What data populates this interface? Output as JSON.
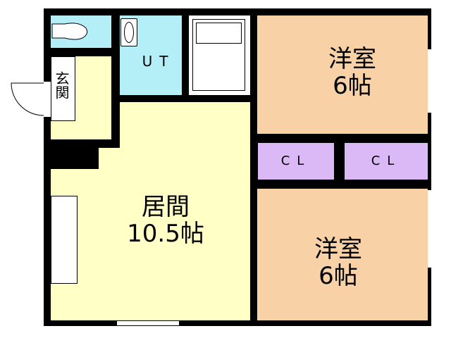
{
  "rooms": {
    "bedroom_top": {
      "name": "洋室",
      "size": "6帖"
    },
    "bedroom_bottom": {
      "name": "洋室",
      "size": "6帖"
    },
    "living": {
      "name": "居間",
      "size": "10.5帖"
    },
    "utility": {
      "name": "UT"
    },
    "entrance": {
      "name": "玄関"
    },
    "closet1": {
      "name": "CL"
    },
    "closet2": {
      "name": "CL"
    }
  },
  "colors": {
    "living": "#ffffc6",
    "wet": "#b4eef7",
    "bedroom": "#f8d2a6",
    "closet": "#dab9f6",
    "wall": "#000000"
  }
}
